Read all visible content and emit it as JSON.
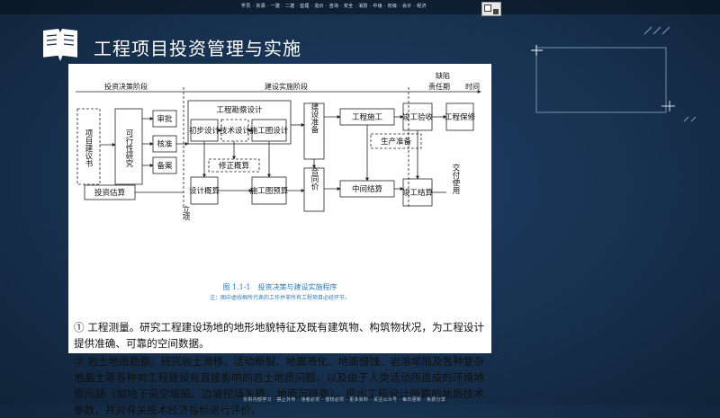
{
  "header": {
    "title": "工程项目投资管理与实施",
    "watermark_top": "学员 · 资源 · 一建 · 二建 · 监理 · 造价 · 咨询 · 安全 · 消防 · 中级 · 初级 · 会计 · 经济",
    "watermark_bottom": "仅供内部学习 · 禁止外传 · 违者必究 · 侵权必究 · 更多资料 · 关注公众号 · 每日更新 · 免费分享"
  },
  "diagram": {
    "phases": {
      "decision": "投资决策阶段",
      "implementation": "建设实施阶段",
      "defect_label_1": "缺陷",
      "defect_label_2": "责任期",
      "time_label": "时间"
    },
    "boxes": {
      "proposal": "项目建议书",
      "feasibility": "可行性研究",
      "approval": "审批",
      "verification": "核准",
      "filing": "备案",
      "investment_estimate": "投资估算",
      "project_setup": "立项",
      "survey_design": "工程勘察设计",
      "preliminary_design": "初步设计",
      "technical_design": "技术设计",
      "construction_drawing_design": "施工图设计",
      "revised_estimate": "修正概算",
      "design_estimate": "设计概算",
      "drawing_budget": "施工图预算",
      "construction_prep": "建设准备",
      "contract_price": "合同价",
      "construction": "工程施工",
      "production_prep": "生产准备",
      "interim_settlement": "中间结算",
      "completion_acceptance": "竣工验收",
      "completion_settlement": "竣工结算",
      "warranty": "工程保修",
      "delivery": "交付使用"
    },
    "caption": "图 1.1-1　投资决策与建设实施程序",
    "note": "注：图中虚线框所代表的工作并非所有工程项目必经环节。"
  },
  "paragraphs": {
    "p1": "① 工程测量。研究工程建设场地的地形地貌特征及既有建筑物、构筑物状况，为工程设计提供准确、可靠的空间数据。",
    "p2": "② 岩土地质勘察。研究岩土滑移、活动断裂、地震液化、地面侵蚀、岩溶塌陷及各种复杂地基土等各种对工程建设有直接影响的岩土地质问题，以及由于人类活动所造成的环境地质问题（如地下采空塌陷、边坡挖填失稳、地面沉降等），提出工程设计所需的地质技术参数，并对有关技术经济指标进行评价。"
  },
  "colors": {
    "background": "#17314f",
    "caption_blue": "#2d7ab8",
    "deco_line": "#8fa8c4"
  }
}
